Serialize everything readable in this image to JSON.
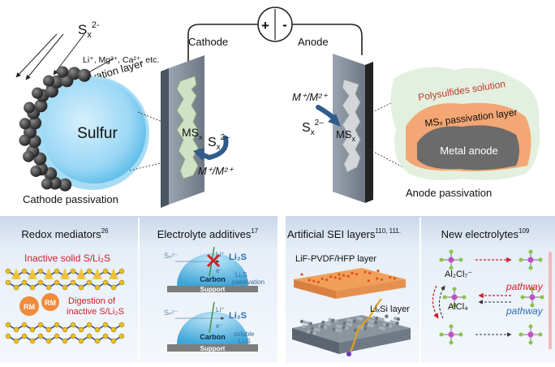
{
  "circuit": {
    "plus": "+",
    "minus": "-",
    "cathode_label": "Cathode",
    "anode_label": "Anode"
  },
  "cathode_side": {
    "sx_top": "S",
    "sx_top_sub": "x",
    "sx_top_sup": "2-",
    "ions": "Li⁺, Mg²⁺, Ca²⁺, etc.",
    "passivation_curve_label": "MSₓ passivation layer",
    "sulfur_label": "Sulfur",
    "electrode_ms": "MS",
    "electrode_ms_sub": "x",
    "sx_ion": "S",
    "sx_ion_sub": "x",
    "sx_ion_sup": "2–",
    "m_ion": "M⁺/M²⁺",
    "caption": "Cathode passivation"
  },
  "anode_side": {
    "m_ion": "M⁺/M²⁺",
    "sx_ion": "S",
    "sx_ion_sub": "x",
    "sx_ion_sup": "2–",
    "electrode_ms": "MS",
    "electrode_ms_sub": "x",
    "polysulfide_label": "Polysulfides solution",
    "passivation_label": "MSₓ passivation layer",
    "metal_label": "Metal anode",
    "caption": "Anode passivation"
  },
  "panels": [
    {
      "title": "Redox mediators",
      "ref": "26",
      "inactive_label": "Inactive solid S/Li₂S",
      "rm": "RM",
      "digestion_line1": "Digestion of",
      "digestion_line2": "inactive S/Li₂S"
    },
    {
      "title": "Electrolyte additives",
      "ref": "17",
      "sn_top": "Sₙ²⁻",
      "li_plus_top": "Li⁺",
      "e_top": "e⁻",
      "li2s_top": "Li₂S",
      "li2s_passivation": "Li₂S",
      "passivation_word": "passivation",
      "carbon_top": "Carbon",
      "support_top": "Support",
      "sn_bottom": "Sₙ²⁻",
      "li_plus_bottom": "Li⁺",
      "e_bottom": "e⁻",
      "li2s_bottom": "Li₂S",
      "soluble_word": "soluble",
      "li2s_soluble": "Li₂S",
      "carbon_bottom": "Carbon",
      "support_bottom": "Support"
    },
    {
      "title": "Artificial SEI layers",
      "ref": "110, 111.",
      "layer1": "LiF-PVDF/HFP layer",
      "layer2": "LiₓSi layer"
    },
    {
      "title": "New electrolytes",
      "ref": "109",
      "species1": "Al₂Cl₇⁻",
      "species2": "AlCl₄",
      "pathway1": "pathway",
      "pathway2": "pathway"
    }
  ],
  "colors": {
    "panel_bg": "#dfe8f3",
    "panel_border": "#c7d5e6",
    "sulfur_blue": "#8ed3f3",
    "electrode_gray": "#5c6a7a",
    "cathode_green": "#cfe2c4",
    "anode_orange": "#f4a774",
    "metal_gray": "#6b6b6b",
    "polysulfide_red": "#c0392b",
    "pathway_red": "#d0202a",
    "pathway_blue": "#2a6fb4"
  }
}
